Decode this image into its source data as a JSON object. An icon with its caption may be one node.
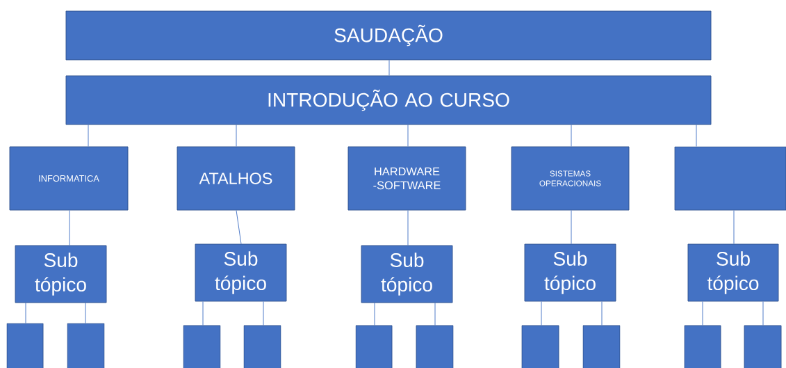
{
  "diagram": {
    "nodes": [
      {
        "text": [
          "SAUDAÇÃO"
        ]
      },
      {
        "text": [
          "INTRODUÇÃO AO CURSO"
        ]
      },
      {
        "text": [
          "INFORMATICA"
        ]
      },
      {
        "text": [
          "ATALHOS"
        ]
      },
      {
        "text": [
          "HARDWARE -SOFTWARE"
        ]
      },
      {
        "text": [
          "SISTEMAS OPERACIONAIS"
        ]
      },
      {
        "text": [],
        "shape": "box"
      },
      {
        "text": [
          "Sub tópico"
        ]
      },
      {
        "text": [
          "Sub tópico"
        ]
      },
      {
        "text": [
          "Sub tópico"
        ]
      },
      {
        "text": [
          "Sub tópico"
        ]
      },
      {
        "text": [
          "Sub tópico"
        ]
      },
      {
        "text": [],
        "shape": "box"
      },
      {
        "text": [],
        "shape": "box"
      },
      {
        "text": [],
        "shape": "box"
      },
      {
        "text": [],
        "shape": "box"
      },
      {
        "text": [],
        "shape": "box"
      },
      {
        "text": [],
        "shape": "box"
      },
      {
        "text": [],
        "shape": "box"
      },
      {
        "text": [],
        "shape": "box"
      },
      {
        "text": [],
        "shape": "box"
      },
      {
        "text": [],
        "shape": "box"
      }
    ],
    "edges": [
      {
        "from": 0,
        "to": 1,
        "arrow": "none"
      },
      {
        "from": 1,
        "to": 2,
        "arrow": "none"
      },
      {
        "from": 1,
        "to": 3,
        "arrow": "none"
      },
      {
        "from": 1,
        "to": 4,
        "arrow": "none"
      },
      {
        "from": 1,
        "to": 5,
        "arrow": "none"
      },
      {
        "from": 1,
        "to": 6,
        "arrow": "none"
      },
      {
        "from": 2,
        "to": 7,
        "arrow": "none"
      },
      {
        "from": 3,
        "to": 8,
        "arrow": "none"
      },
      {
        "from": 4,
        "to": 9,
        "arrow": "none"
      },
      {
        "from": 5,
        "to": 10,
        "arrow": "none"
      },
      {
        "from": 6,
        "to": 11,
        "arrow": "none"
      },
      {
        "from": 7,
        "to": 12,
        "arrow": "none"
      },
      {
        "from": 7,
        "to": 13,
        "arrow": "none"
      },
      {
        "from": 8,
        "to": 14,
        "arrow": "none"
      },
      {
        "from": 8,
        "to": 15,
        "arrow": "none"
      },
      {
        "from": 9,
        "to": 16,
        "arrow": "none"
      },
      {
        "from": 9,
        "to": 17,
        "arrow": "none"
      },
      {
        "from": 10,
        "to": 18,
        "arrow": "none"
      },
      {
        "from": 10,
        "to": 19,
        "arrow": "none"
      },
      {
        "from": 11,
        "to": 20,
        "arrow": "none"
      },
      {
        "from": 11,
        "to": 21,
        "arrow": "none"
      }
    ]
  }
}
